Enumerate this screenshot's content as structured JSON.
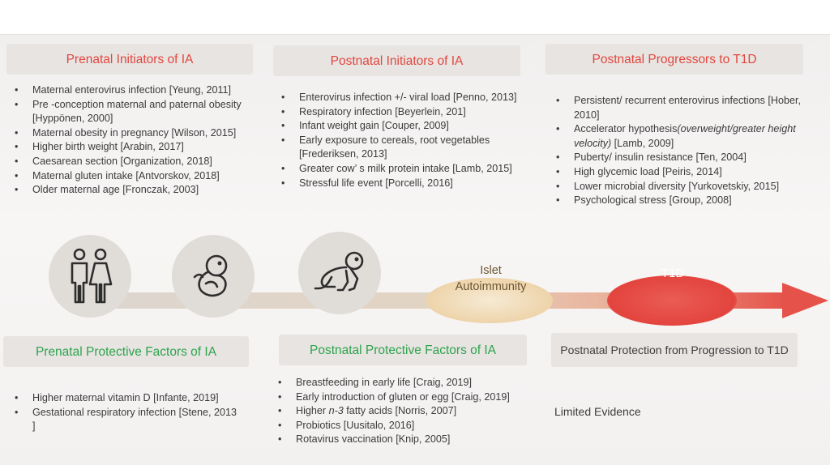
{
  "prenatal_initiators": {
    "title": "Prenatal Initiators of IA",
    "items": [
      "Maternal enterovirus infection [Yeung, 2011]",
      "Pre -conception maternal and paternal obesity [Hyppönen, 2000]",
      "Maternal obesity in pregnancy [Wilson, 2015]",
      "Higher birth weight [Arabin, 2017]",
      "Caesarean section [Organization, 2018]",
      "Maternal gluten intake [Antvorskov, 2018]",
      "Older maternal age [Fronczak, 2003]"
    ]
  },
  "postnatal_initiators": {
    "title": "Postnatal Initiators of IA",
    "items": [
      "Enterovirus infection +/- viral load [Penno, 2013]",
      "Respiratory infection [Beyerlein, 201]",
      "Infant weight gain [Couper, 2009]",
      "Early exposure to cereals, root vegetables [Frederiksen, 2013]",
      "Greater cow’ s milk protein intake [Lamb, 2015]",
      "Stressful life event [Porcelli, 2016]"
    ]
  },
  "postnatal_progressors": {
    "title": "Postnatal Progressors to T1D",
    "items": [
      "Persistent/ recurrent enterovirus infections [Hober, 2010]",
      "Accelerator hypothesis (overweight/greater height velocity) [Lamb, 2009]",
      "Puberty/ insulin resistance [Ten, 2004]",
      "High glycemic load [Peiris, 2014]",
      "Lower microbial diversity [Yurkovetskiy, 2015]",
      "Psychological stress [Group, 2008]"
    ]
  },
  "timeline": {
    "stage_islet": "Islet Autoimmunity",
    "stage_t1d": "T1D",
    "icons": [
      "parents-icon",
      "fetus-icon",
      "crawling-baby-icon"
    ]
  },
  "prenatal_protective": {
    "title": "Prenatal Protective Factors of IA",
    "items": [
      "Higher maternal vitamin D [Infante, 2019]",
      "Gestational respiratory infection [Stene, 2013 ]"
    ]
  },
  "postnatal_protective": {
    "title": "Postnatal Protective Factors of IA",
    "items": [
      "Breastfeeding in early life [Craig, 2019]",
      "Early introduction of gluten or egg [Craig, 2019]",
      "Higher n-3 fatty acids [Norris, 2007]",
      "Probiotics [Uusitalo, 2016]",
      "Rotavirus vaccination [Knip, 2005]"
    ]
  },
  "postnatal_protection_progression": {
    "title": "Postnatal Protection from Progression to T1D",
    "text": "Limited Evidence"
  },
  "colors": {
    "red_title": "#e2473f",
    "green_title": "#2fa34c",
    "t1d_red": "#e4423c",
    "islet_gold": "#efd9b4"
  }
}
